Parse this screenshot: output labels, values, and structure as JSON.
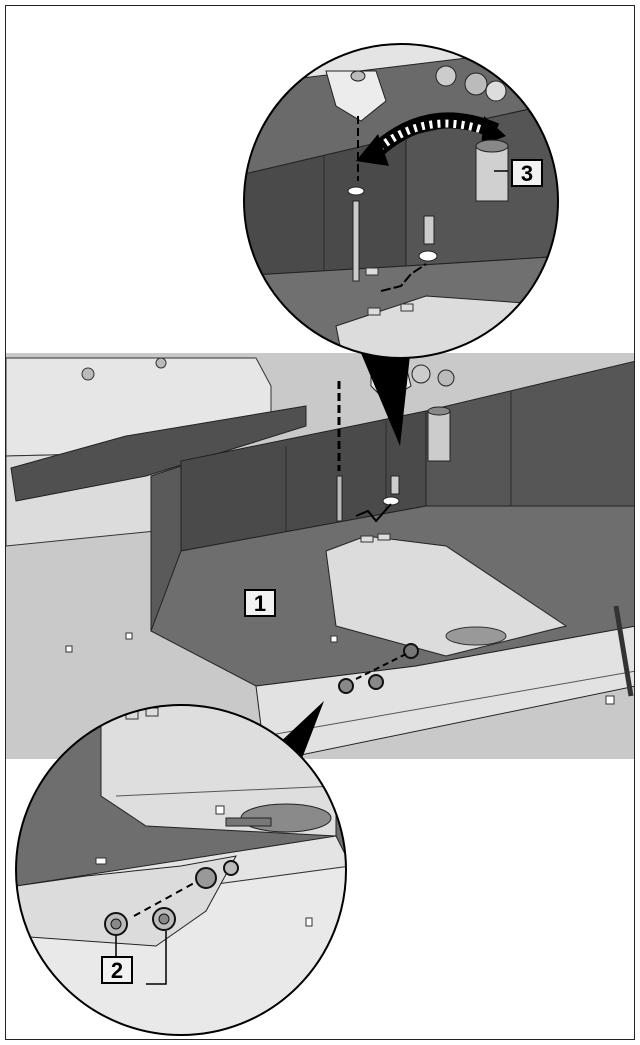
{
  "callouts": [
    {
      "id": "callout-1",
      "text": "1"
    },
    {
      "id": "callout-2",
      "text": "2"
    },
    {
      "id": "callout-3",
      "text": "3"
    }
  ],
  "colors": {
    "steel": "#6e6e6e",
    "steel_dark": "#4e4e4e",
    "steel_light": "#8a8a8a",
    "panel_light": "#d8d8d8",
    "background_gray": "#c9c9c9",
    "line": "#1a1a1a"
  }
}
